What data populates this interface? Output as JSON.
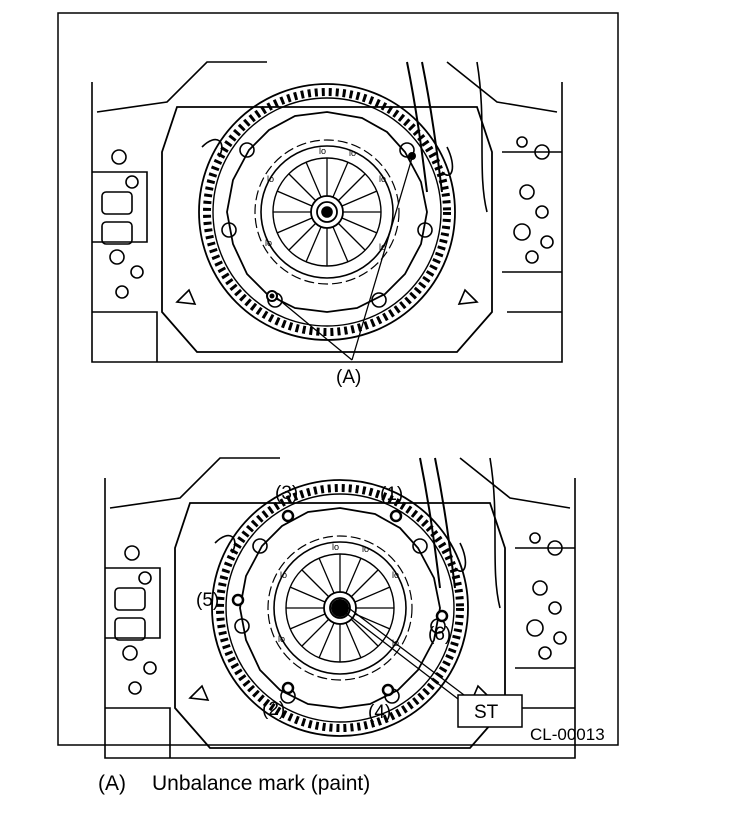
{
  "figure": {
    "code": "CL-00013",
    "label_a": "(A)",
    "bolt_labels": [
      "(1)",
      "(2)",
      "(3)",
      "(4)",
      "(5)",
      "(6)"
    ],
    "tool_label": "ST"
  },
  "legend": [
    {
      "key": "(A)",
      "text": "Unbalance mark (paint)"
    }
  ]
}
